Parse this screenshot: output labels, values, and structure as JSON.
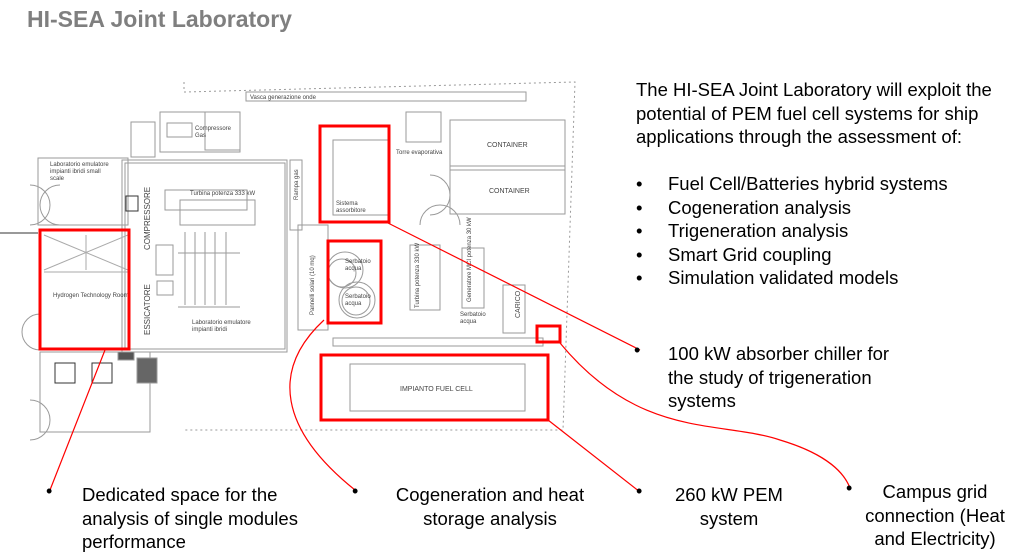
{
  "title": "HI-SEA Joint Laboratory",
  "intro": "The HI-SEA Joint Laboratory will exploit the potential of PEM fuel cell systems for ship applications through the assessment of:",
  "bullets": [
    "Fuel Cell/Batteries hybrid systems",
    "Cogeneration analysis",
    "Trigeneration analysis",
    "Smart Grid coupling",
    "Simulation validated models"
  ],
  "callouts": {
    "chiller": "100 kW absorber chiller for the study of trigeneration systems",
    "dedicated": "Dedicated space for the analysis of single modules performance",
    "cogeneration": "Cogeneration and heat storage analysis",
    "pem": "260 kW PEM system",
    "campus": "Campus grid connection (Heat and Electricity)"
  },
  "plan_labels": {
    "vasca": "Vasca generazione onde",
    "compressore_gas_1": "Compressore",
    "compressore_gas_2": "Gas",
    "lab_small_1": "Laboratorio emulatore",
    "lab_small_2": "impianti ibridi small",
    "lab_small_3": "scale",
    "turbina_333": "Turbina potenza 333 kW",
    "compressore": "COMPRESSORE",
    "essicatore": "ESSICATORE",
    "hydrogen_room": "Hydrogen Technology Room",
    "lab_1": "Laboratorio emulatore",
    "lab_2": "impianti ibridi",
    "rampa_gas": "Rampa gas",
    "pannelli": "Pannelli solari (10 mq)",
    "sistema_1": "Sistema",
    "sistema_2": "assorbitore",
    "torre": "Torre evaporativa",
    "container_1": "CONTAINER",
    "container_2": "CONTAINER",
    "serbatoio_1a": "Serbatoio",
    "serbatoio_1b": "acqua",
    "serbatoio_2a": "Serbatoio",
    "serbatoio_2b": "acqua",
    "serbatoio_3a": "Serbatoio",
    "serbatoio_3b": "acqua",
    "turbina_330": "Turbina potenza 330 kW",
    "generatore": "Generatore MCI potenza 30 kW",
    "carico": "CARICO",
    "fuel_cell": "IMPIANTO FUEL CELL"
  },
  "colors": {
    "highlight": "#ff0000",
    "title": "#7f7f7f",
    "plan_lines": "#9a9a9a"
  }
}
